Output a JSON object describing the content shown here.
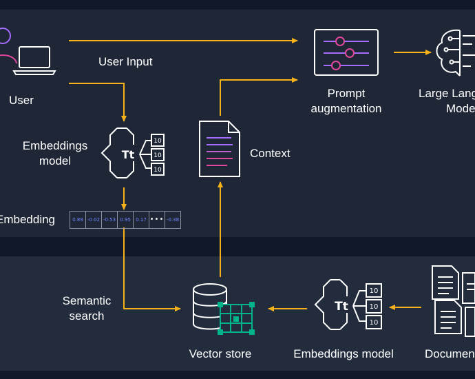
{
  "colors": {
    "background": "#141a2a",
    "top_panel": "#1f2737",
    "bottom_panel": "#232c3d",
    "band": "#10182a",
    "arrow": "#f5b21b",
    "icon_stroke": "#ffffff",
    "accent_purple": "#a56cff",
    "accent_pink": "#e0469b",
    "accent_blue": "#6f86ff",
    "vector_store_green": "#00b38a"
  },
  "labels": {
    "user": "User",
    "user_input": "User Input",
    "embeddings_model_top_1": "Embeddings",
    "embeddings_model_top_2": "model",
    "embedding": "Embedding",
    "context": "Context",
    "prompt_augmentation_1": "Prompt",
    "prompt_augmentation_2": "augmentation",
    "llm_1": "Large Language",
    "llm_2": "Model",
    "semantic_search_1": "Semantic",
    "semantic_search_2": "search",
    "vector_store": "Vector store",
    "embeddings_model_bottom": "Embeddings model",
    "documents": "Documents",
    "tokenizer_glyph": "Tt",
    "binary_glyph": "10"
  },
  "embedding_vector": [
    "0.89",
    "-0.02",
    "-0.53",
    "0.95",
    "0.17",
    "•••",
    "-0.38"
  ],
  "icons": {
    "user": "user-icon",
    "laptop": "laptop-icon",
    "prompt": "sliders-icon",
    "llm": "brain-circuit-icon",
    "embeddings_model": "tokenizer-icon",
    "context": "document-icon",
    "vector_store": "database-grid-icon",
    "documents": "documents-stack-icon"
  }
}
